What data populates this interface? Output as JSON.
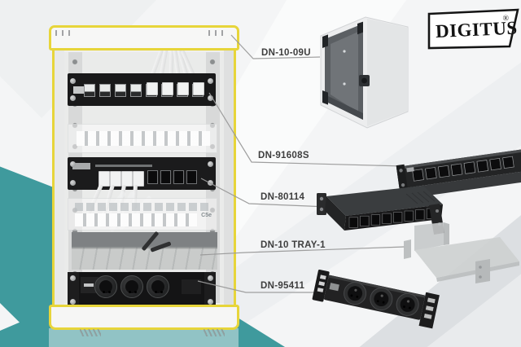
{
  "brand": {
    "logo_text": "DIGITUS",
    "registered_mark": "®"
  },
  "product_labels": [
    {
      "id": "DN-10-09U"
    },
    {
      "id": "DN-91608S"
    },
    {
      "id": "DN-80114"
    },
    {
      "id": "DN-10 TRAY-1"
    },
    {
      "id": "DN-95411"
    }
  ],
  "rack": {
    "cat_marking": "C5e"
  },
  "colors": {
    "accent_teal": "#3f9a9d",
    "rack_outline_yellow": "#e7d53a",
    "label_text": "#3e3e3e",
    "leader_line": "#9a9a9a"
  }
}
